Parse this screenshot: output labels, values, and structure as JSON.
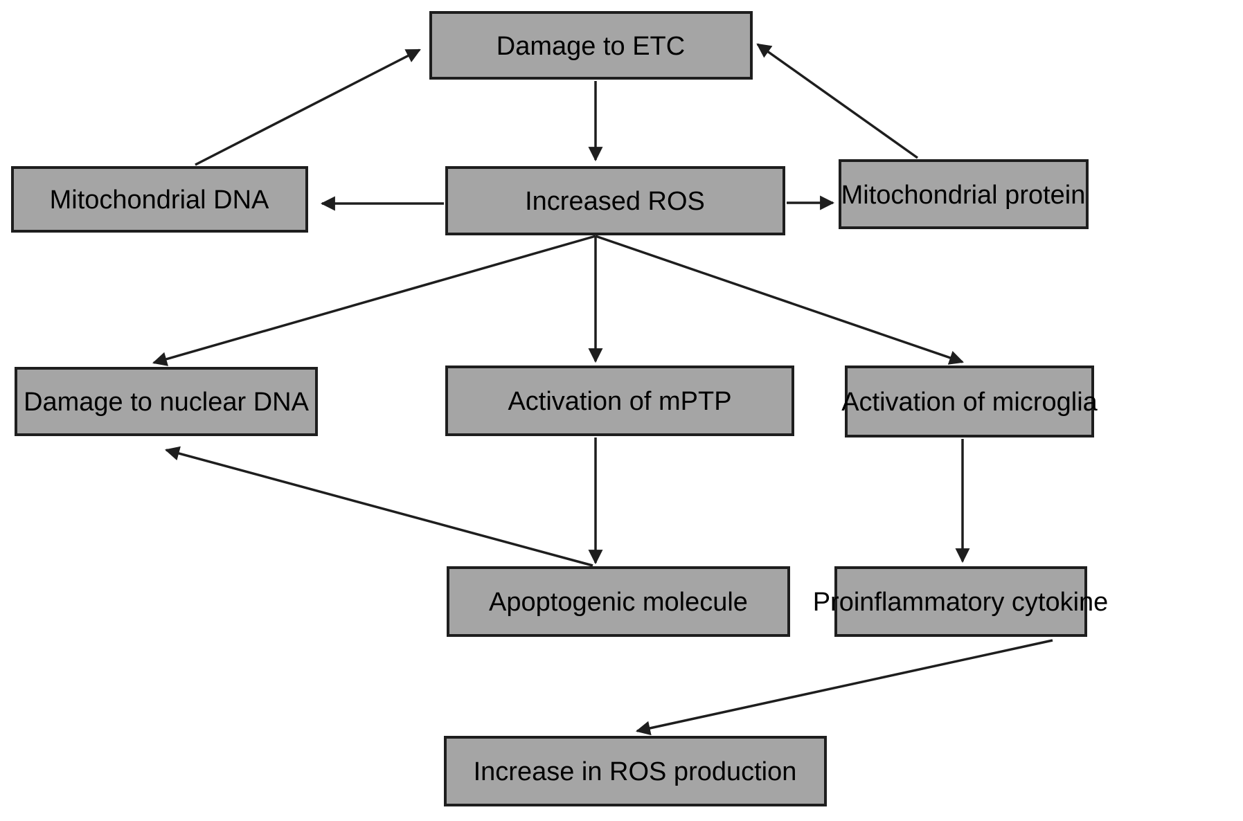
{
  "figure": {
    "type": "flowchart",
    "background_color": "#ffffff",
    "box_fill_color": "#a5a5a5",
    "box_border_color": "#1e1e1e",
    "arrow_color": "#1e1e1e",
    "text_color": "#000000"
  },
  "nodes": {
    "damage_etc": {
      "label": "Damage to ETC"
    },
    "mitochondrial_dna": {
      "label": "Mitochondrial DNA"
    },
    "increased_ros": {
      "label": "Increased ROS"
    },
    "mitochondrial_protein": {
      "label": "Mitochondrial protein"
    },
    "damage_nuclear_dna": {
      "label": "Damage to nuclear DNA"
    },
    "activation_mptp": {
      "label": "Activation of mPTP"
    },
    "activation_microglia": {
      "label": "Activation of microglia"
    },
    "apoptogenic_molecule": {
      "label": "Apoptogenic molecule"
    },
    "proinflammatory_cytokine": {
      "label": "Proinflammatory cytokine"
    },
    "increase_ros_production": {
      "label": "Increase in ROS production"
    }
  },
  "edges": [
    {
      "from": "Mitochondrial DNA",
      "to": "Damage to ETC"
    },
    {
      "from": "Mitochondrial protein",
      "to": "Damage to ETC"
    },
    {
      "from": "Damage to ETC",
      "to": "Increased ROS"
    },
    {
      "from": "Increased ROS",
      "to": "Mitochondrial DNA"
    },
    {
      "from": "Increased ROS",
      "to": "Mitochondrial protein"
    },
    {
      "from": "Increased ROS",
      "to": "Damage to nuclear DNA"
    },
    {
      "from": "Increased ROS",
      "to": "Activation of mPTP"
    },
    {
      "from": "Increased ROS",
      "to": "Activation of microglia"
    },
    {
      "from": "Activation of mPTP",
      "to": "Apoptogenic molecule"
    },
    {
      "from": "Apoptogenic molecule",
      "to": "Damage to nuclear DNA"
    },
    {
      "from": "Activation of microglia",
      "to": "Proinflammatory cytokine"
    },
    {
      "from": "Proinflammatory cytokine",
      "to": "Increase in ROS production"
    }
  ]
}
